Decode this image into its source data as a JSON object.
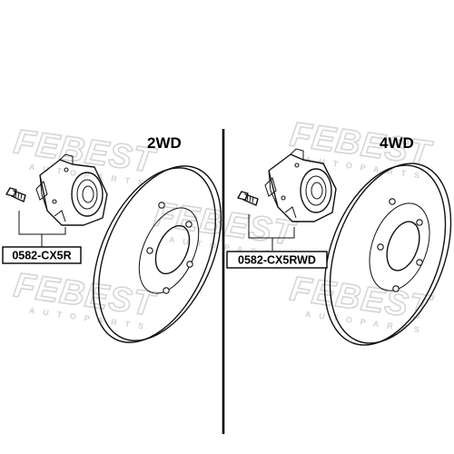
{
  "brand": {
    "watermark": "FEBEST",
    "watermark_sub": "AUTOPARTS",
    "watermark_color": "#d6d6d6"
  },
  "panels": [
    {
      "title": "2WD",
      "part_number": "0582-CX5R"
    },
    {
      "title": "4WD",
      "part_number": "0582-CX5RWD"
    }
  ],
  "divider_color": "#000000"
}
